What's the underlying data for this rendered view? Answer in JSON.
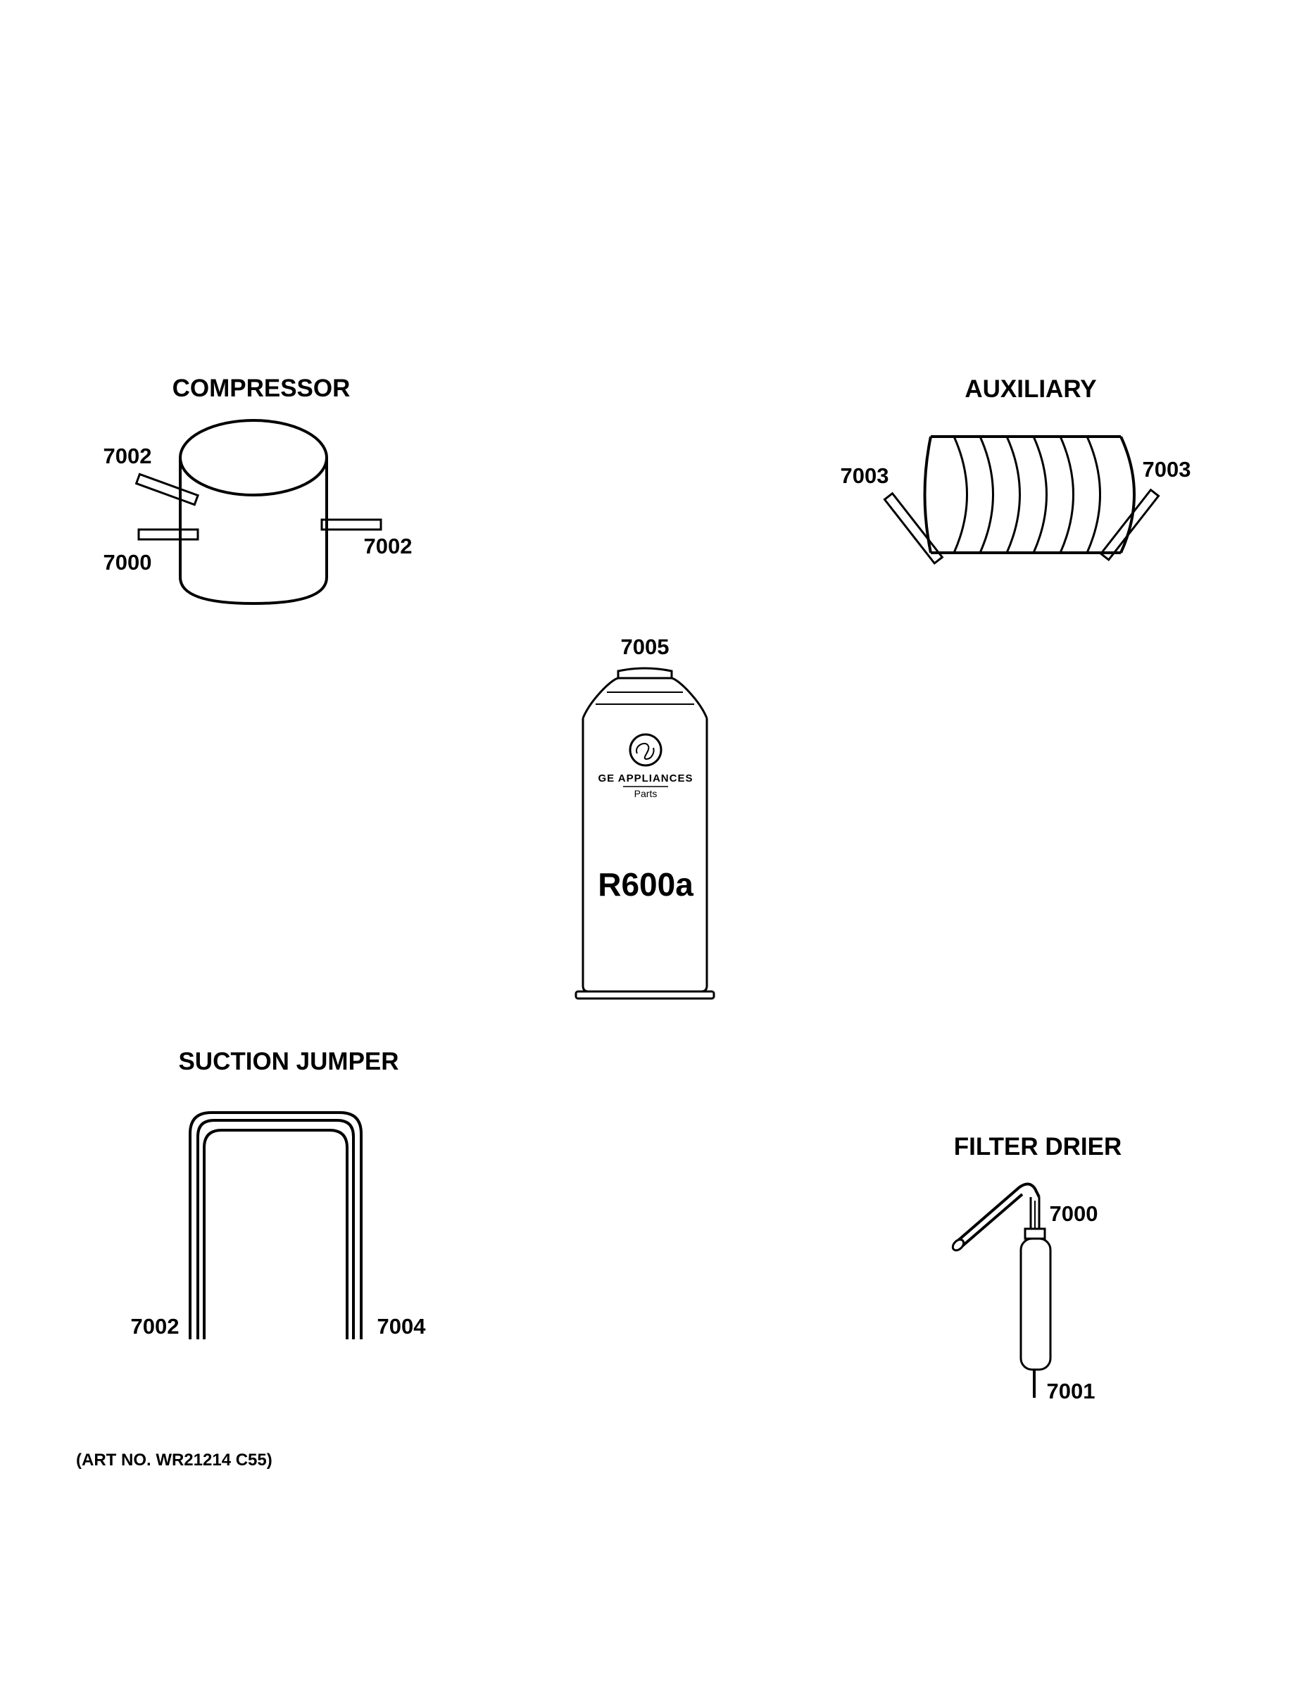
{
  "sections": {
    "compressor": {
      "title": "COMPRESSOR",
      "callouts": [
        "7002",
        "7000",
        "7002"
      ]
    },
    "auxiliary": {
      "title": "AUXILIARY",
      "callouts": [
        "7003",
        "7003"
      ]
    },
    "refrigerant_can": {
      "callout": "7005",
      "brand": "GE APPLIANCES",
      "sub": "Parts",
      "label": "R600a"
    },
    "suction_jumper": {
      "title": "SUCTION JUMPER",
      "callouts": [
        "7002",
        "7004"
      ]
    },
    "filter_drier": {
      "title": "FILTER DRIER",
      "callouts": [
        "7000",
        "7001"
      ]
    }
  },
  "art_number": "(ART NO. WR21214 C55)"
}
